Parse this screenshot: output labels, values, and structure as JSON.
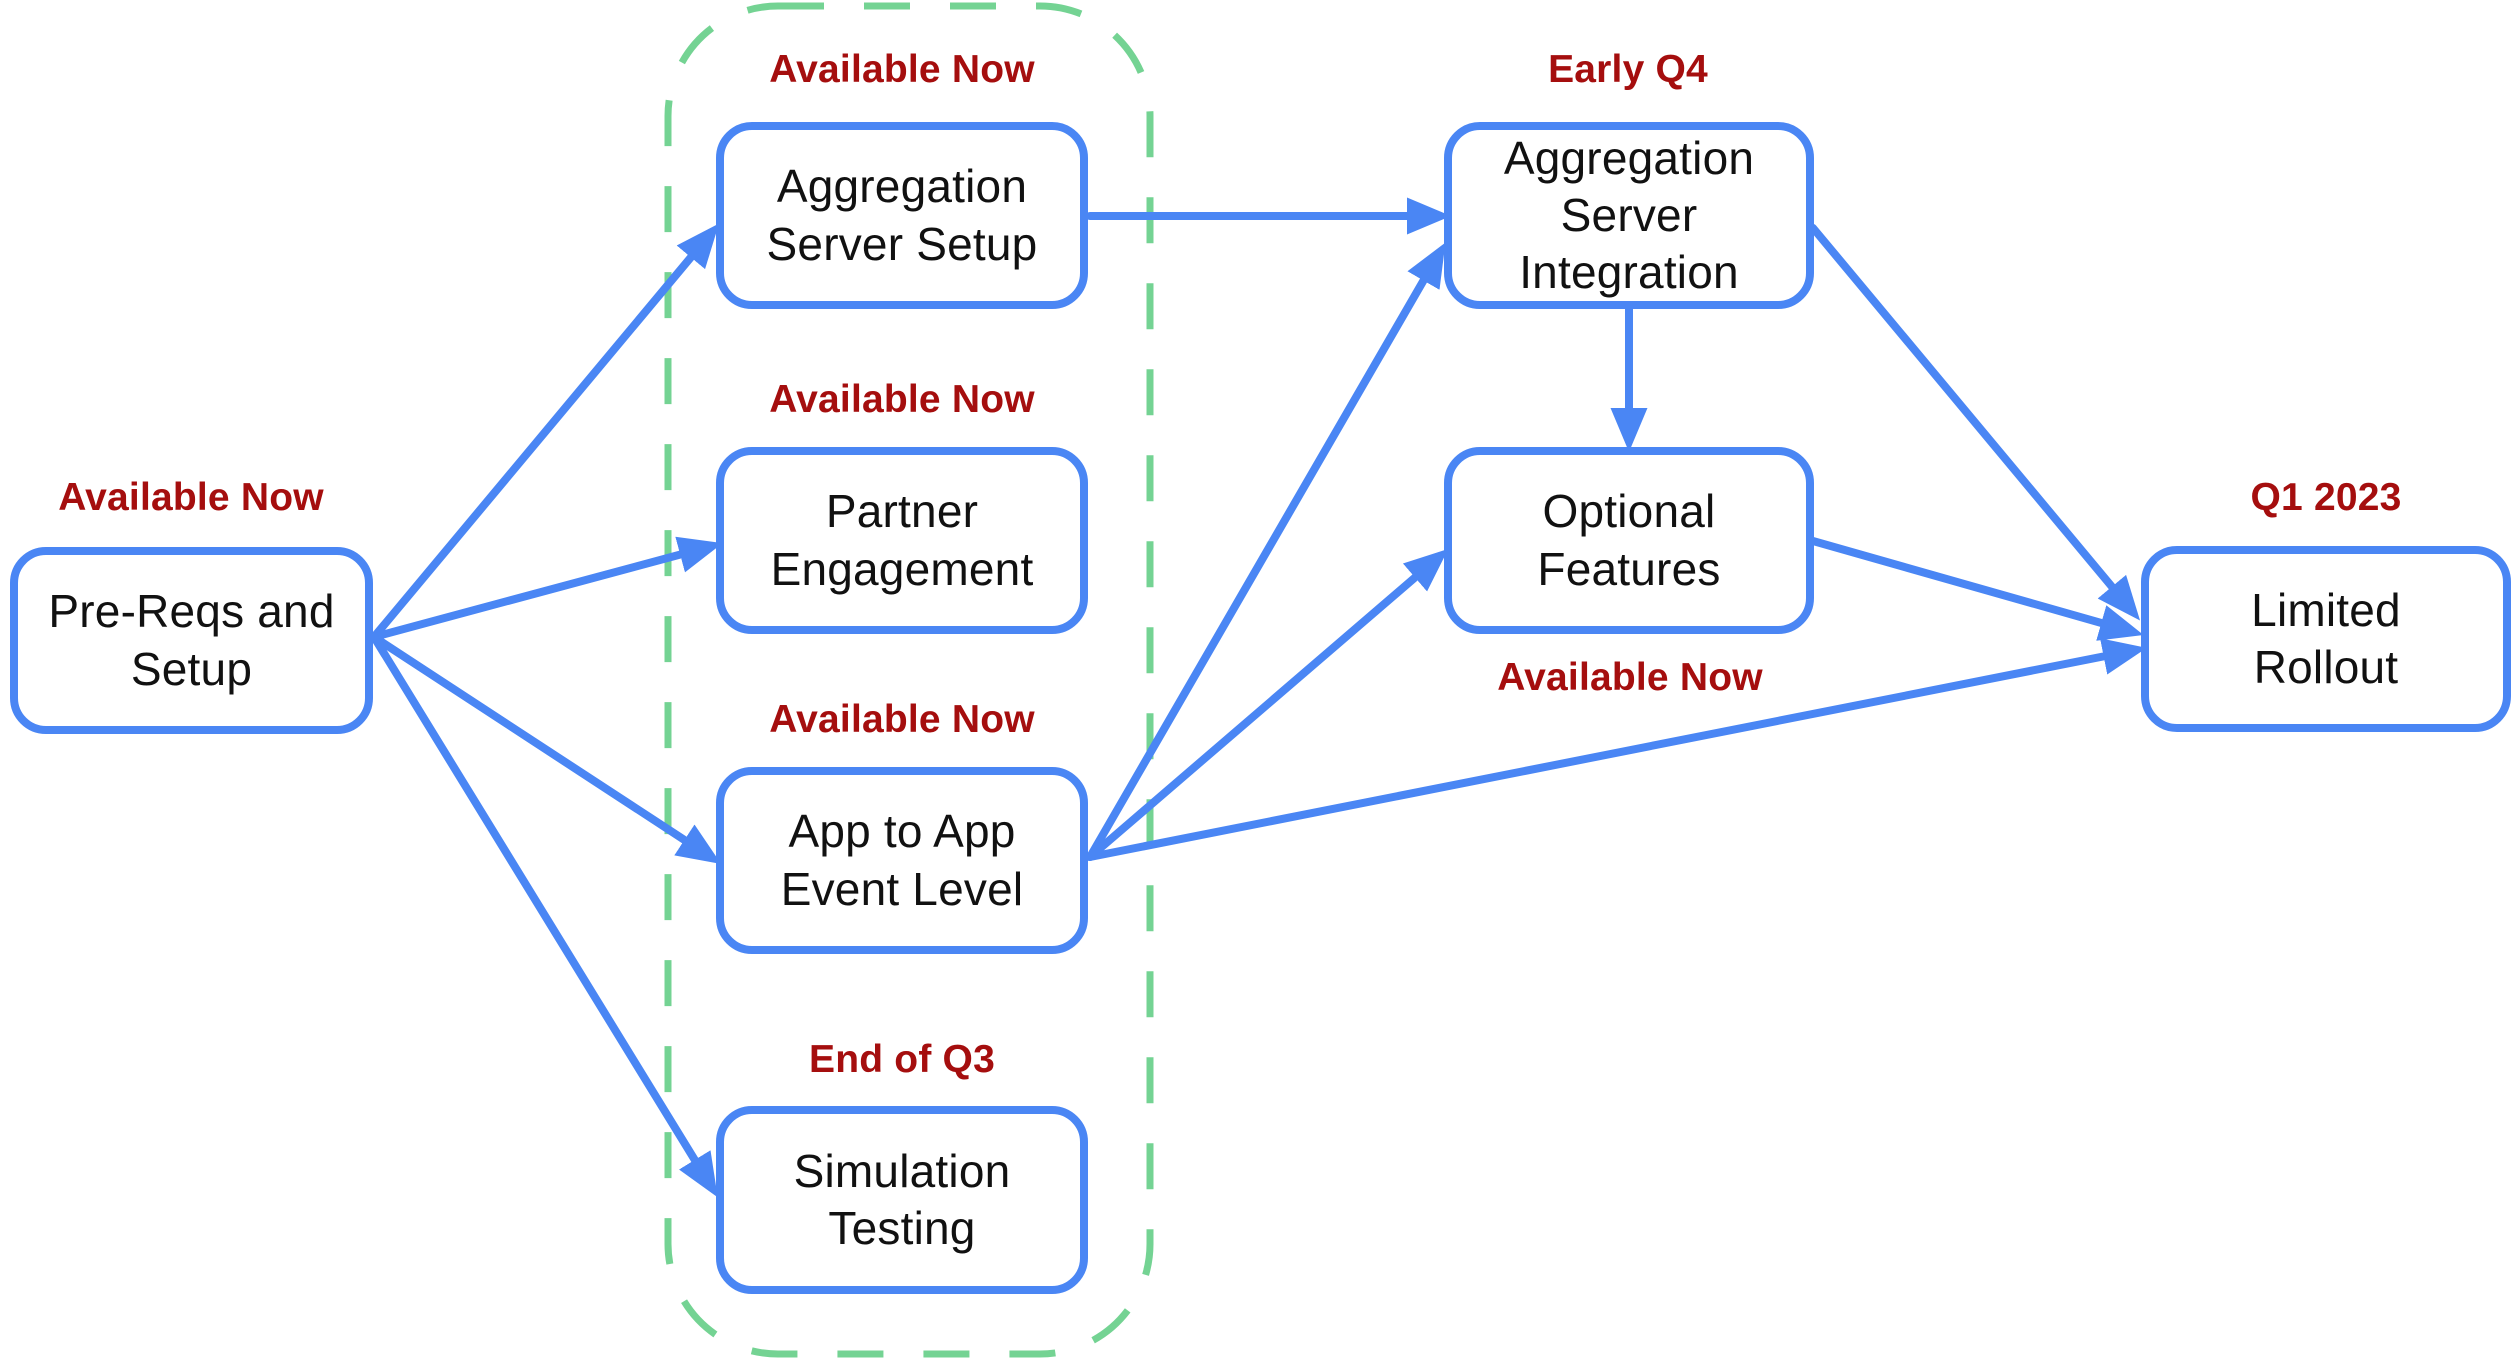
{
  "diagram": {
    "type": "flowchart-roadmap",
    "nodes": {
      "prereqs": {
        "label": "Pre-Reqs and\nSetup",
        "status": "Available Now"
      },
      "agg_setup": {
        "label": "Aggregation\nServer Setup",
        "status": "Available Now"
      },
      "partner": {
        "label": "Partner\nEngagement",
        "status": "Available Now"
      },
      "app2app": {
        "label": "App to App\nEvent Level",
        "status": "Available Now"
      },
      "simulation": {
        "label": "Simulation\nTesting",
        "status": "End of Q3"
      },
      "agg_integration": {
        "label": "Aggregation\nServer\nIntegration",
        "status": "Early Q4"
      },
      "optional": {
        "label": "Optional\nFeatures",
        "status": "Available Now"
      },
      "rollout": {
        "label": "Limited\nRollout",
        "status": "Q1 2023"
      }
    },
    "edges": [
      {
        "from": "prereqs",
        "to": "agg_setup"
      },
      {
        "from": "prereqs",
        "to": "partner"
      },
      {
        "from": "prereqs",
        "to": "app2app"
      },
      {
        "from": "prereqs",
        "to": "simulation"
      },
      {
        "from": "agg_setup",
        "to": "agg_integration"
      },
      {
        "from": "app2app",
        "to": "agg_integration"
      },
      {
        "from": "app2app",
        "to": "optional"
      },
      {
        "from": "app2app",
        "to": "rollout"
      },
      {
        "from": "agg_integration",
        "to": "optional"
      },
      {
        "from": "agg_integration",
        "to": "rollout"
      },
      {
        "from": "optional",
        "to": "rollout"
      }
    ],
    "group": {
      "members": [
        "agg_setup",
        "partner",
        "app2app",
        "simulation"
      ]
    },
    "colors": {
      "node_border": "#4a86f4",
      "arrow": "#4a86f4",
      "status_text": "#a50e0e",
      "group_border": "#74d393",
      "node_text": "#111111",
      "background": "#ffffff"
    }
  }
}
